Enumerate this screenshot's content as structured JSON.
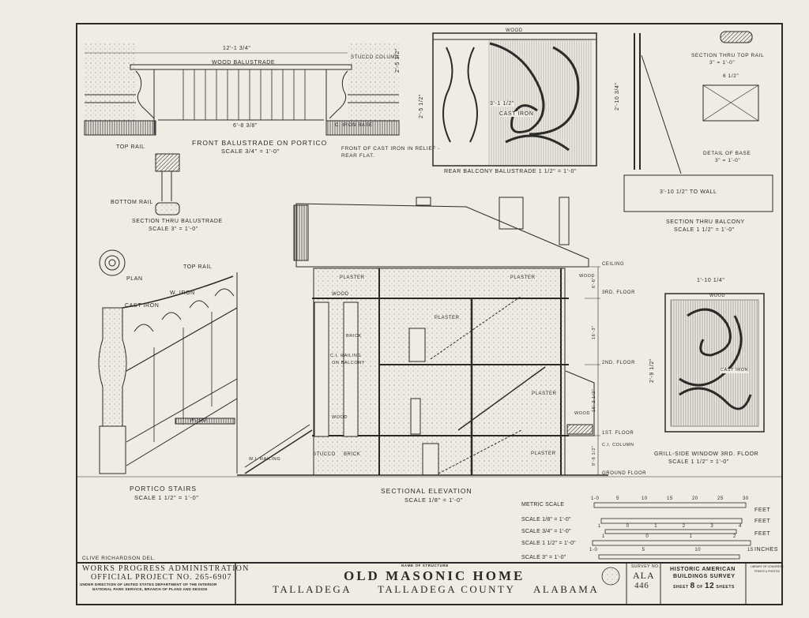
{
  "balustrade": {
    "wood_balustrade": "Wood Balustrade",
    "stucco_column": "Stucco Column",
    "iron_base": "C. Iron Base",
    "dim_width": "12'-1 3/4\"",
    "dim_inner": "6'-8 3/8\"",
    "dim_height": "2'-5 1/2\"",
    "title": "Front Balustrade on Portico",
    "scale": "Scale 3/4\" = 1'-0\""
  },
  "rail_section": {
    "top_rail": "Top Rail",
    "bottom_rail": "Bottom Rail",
    "title": "Section Thru Balustrade",
    "scale": "Scale 3\" = 1'-0\""
  },
  "rear_balcony": {
    "wood": "Wood",
    "cast_iron": "Cast Iron",
    "dim_height": "2'-5 1/2\"",
    "dim_inner": "3'-1 1/2\"",
    "note_1": "Front of Cast Iron in Relief -",
    "note_2": "Rear Flat.",
    "title": "Rear Balcony Balustrade  1 1/2\" = 1'-0\""
  },
  "balcony_section": {
    "top_rail_title": "Section Thru Top Rail",
    "top_rail_scale": "3\" = 1'-0\"",
    "base_title": "Detail of Base",
    "base_scale": "3\" = 1'-0\"",
    "dim_height": "2'-10 3/4\"",
    "dim_base": "6 1/2\"",
    "to_wall": "3'-10 1/2\" To Wall",
    "title": "Section Thru Balcony",
    "scale": "Scale 1 1/2\" = 1'-0\""
  },
  "stairs": {
    "plan": "Plan",
    "top_rail": "Top Rail",
    "w_iron": "W. Iron",
    "cast_iron": "Cast Iron",
    "wood": "Wood",
    "title": "Portico Stairs",
    "scale": "Scale 1 1/2\" = 1'-0\""
  },
  "section": {
    "labels": {
      "plaster_attic_left": "Plaster",
      "plaster_attic_right": "Plaster",
      "plaster_3rd": "Plaster",
      "plaster_2nd": "Plaster",
      "plaster_ground": "Plaster",
      "wood_top": "Wood",
      "brick_upper": "Brick",
      "ci_railing": "C.I. Railing",
      "on_balcony": "on Balcony",
      "wood_lower": "Wood",
      "stucco": "Stucco",
      "brick_lower": "Brick",
      "wi_railing": "W.I. Railing",
      "wood_right": "Wood",
      "wood_porch": "Wood",
      "ci_column": "C.I. Column"
    },
    "levels": {
      "ceiling": "Ceiling",
      "third": "3rd. Floor",
      "second": "2nd. Floor",
      "first": "1st. Floor",
      "ground": "Ground Floor"
    },
    "dims": [
      "6'-6\"",
      "16'-3\"",
      "16'-2 1/2\"",
      "9'-6 1/2\""
    ],
    "title": "Sectional Elevation",
    "scale": "Scale 1/8\" = 1'-0\""
  },
  "grill": {
    "dim_width": "1'-10 1/4\"",
    "wood": "Wood",
    "cast_iron": "Cast Iron",
    "dim_height": "2'-9 1/2\"",
    "title": "Grill-Side Window 3rd. Floor",
    "scale": "Scale 1 1/2\" = 1'-0\""
  },
  "scales": {
    "rows": [
      {
        "label": "Metric Scale",
        "ticks": [
          "1-0",
          "5",
          "10",
          "15",
          "20",
          "25",
          "30"
        ],
        "unit": "Feet"
      },
      {
        "label": "Scale 1/8\" = 1'-0\"",
        "ticks": [
          "1",
          "0",
          "1",
          "2",
          "3",
          "4"
        ],
        "unit": "Feet"
      },
      {
        "label": "Scale 3/4\" = 1'-0\"",
        "ticks": [
          "1",
          "0",
          "1",
          "2"
        ],
        "unit": "Feet"
      },
      {
        "label": "Scale 1 1/2\" = 1'-0\"",
        "ticks": [
          "1-0",
          "5",
          "10",
          "15"
        ],
        "unit": "Inches"
      },
      {
        "label": "Scale 3\" = 1'-0\"",
        "ticks": [],
        "unit": ""
      }
    ]
  },
  "title_block": {
    "delineator": "Clive Richardson    Del.",
    "agency": "Works Progress Administration",
    "project": "Official Project No. 265-6907",
    "direction_1": "Under Direction of United States Department of the Interior",
    "direction_2": "National Park Service, Branch of Plans and Design",
    "name_label": "Name of Structure",
    "structure": "Old Masonic Home",
    "city": "Talladega",
    "county": "Talladega County",
    "state": "Alabama",
    "survey_label": "Survey No.",
    "survey_code": "ALA",
    "survey_number": "446",
    "habs_1": "Historic American",
    "habs_2": "Buildings Survey",
    "sheet_word": "Sheet",
    "sheet_no": "8",
    "of_word": "of",
    "sheet_total": "12",
    "sheets_word": "Sheets",
    "library_1": "Library of Congress",
    "library_2": "Prints & Photos"
  },
  "colors": {
    "paper": "#f0ece4",
    "ink": "#2b2a28"
  }
}
